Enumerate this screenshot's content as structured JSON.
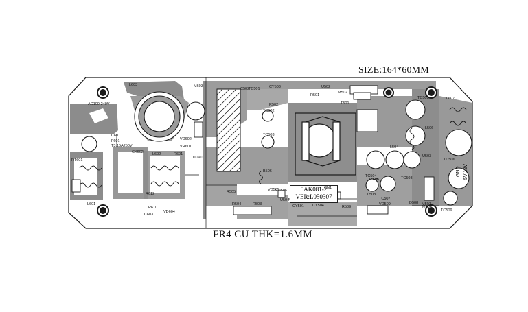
{
  "board": {
    "size_label": "SIZE:164*60MM",
    "material_label": "FR4  CU  THK=1.6MM",
    "model_line1": "5AK081-2",
    "model_line2": "VER:L050307",
    "output_label": "5V 12V",
    "gnd_label": "GND"
  },
  "components": [
    "L603",
    "M603",
    "AC100-240V",
    "C601",
    "F601",
    "T3.15A250V",
    "CX602",
    "L602",
    "R601",
    "VR601",
    "VD602",
    "RT601",
    "L601",
    "R612",
    "VD604",
    "C603",
    "R610",
    "TC601",
    "CY503",
    "U502",
    "R502",
    "TC502",
    "TC503",
    "B506",
    "TC505",
    "T501",
    "M502",
    "C502",
    "CY501",
    "R505",
    "R504",
    "R503",
    "VD506",
    "R501",
    "VD505",
    "L508",
    "U504",
    "TC506",
    "L504",
    "CN1",
    "M501",
    "CY504",
    "R509",
    "L503",
    "TC504",
    "L605",
    "TC501",
    "VD509",
    "D508",
    "TC507",
    "L607",
    "L506",
    "TC508",
    "M504",
    "TC509",
    "U503"
  ],
  "colors": {
    "copper": "#8a8a8a",
    "copper_light": "#b5b5b5",
    "outline": "#1a1a1a",
    "background": "#ffffff"
  }
}
